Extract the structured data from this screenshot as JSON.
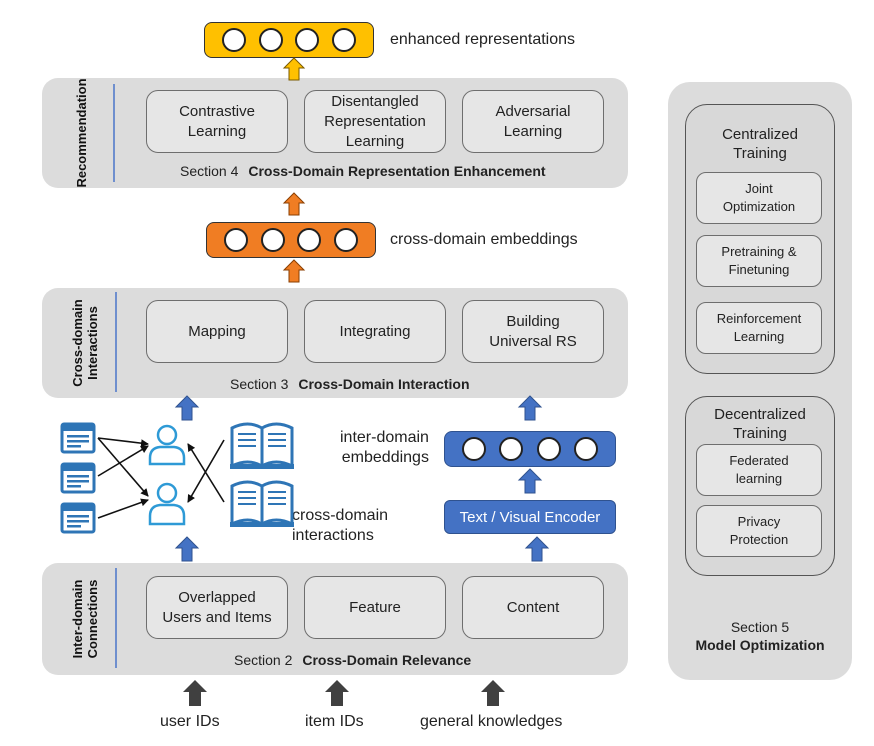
{
  "colors": {
    "panel": "#dcdcdc",
    "orange": "#f07d23",
    "yellow": "#ffc000",
    "blue": "#4472c4",
    "dark_arrow": "#404040"
  },
  "recommendation": {
    "side_label": "Recommendation",
    "cards": [
      "Contrastive\nLearning",
      "Disentangled\nRepresentation\nLearning",
      "Adversarial\nLearning"
    ],
    "section_num": "Section 4",
    "section_title": "Cross-Domain Representation Enhancement"
  },
  "enhanced_label": "enhanced representations",
  "cross_domain_embeddings_label": "cross-domain embeddings",
  "interactions": {
    "side_label": "Cross-domain\nInteractions",
    "cards": [
      "Mapping",
      "Integrating",
      "Building\nUniversal RS"
    ],
    "section_num": "Section 3",
    "section_title": "Cross-Domain Interaction"
  },
  "inter_domain_embeddings_label": "inter-domain\nembeddings",
  "cross_domain_interactions_label": "cross-domain\ninteractions",
  "encoder_label": "Text / Visual Encoder",
  "connections": {
    "side_label": "Inter-domain\nConnections",
    "cards": [
      "Overlapped\nUsers and Items",
      "Feature",
      "Content"
    ],
    "section_num": "Section 2",
    "section_title": "Cross-Domain Relevance"
  },
  "inputs": [
    "user IDs",
    "item IDs",
    "general knowledges"
  ],
  "optimization": {
    "centralized_title": "Centralized\nTraining",
    "centralized_items": [
      "Joint\nOptimization",
      "Pretraining &\nFinetuning",
      "Reinforcement\nLearning"
    ],
    "decentralized_title": "Decentralized\nTraining",
    "decentralized_items": [
      "Federated\nlearning",
      "Privacy\nProtection"
    ],
    "section_num": "Section 5",
    "section_title": "Model Optimization"
  },
  "icons": [
    "calendar-icon",
    "user-icon",
    "book-icon",
    "up-arrow-icon"
  ]
}
